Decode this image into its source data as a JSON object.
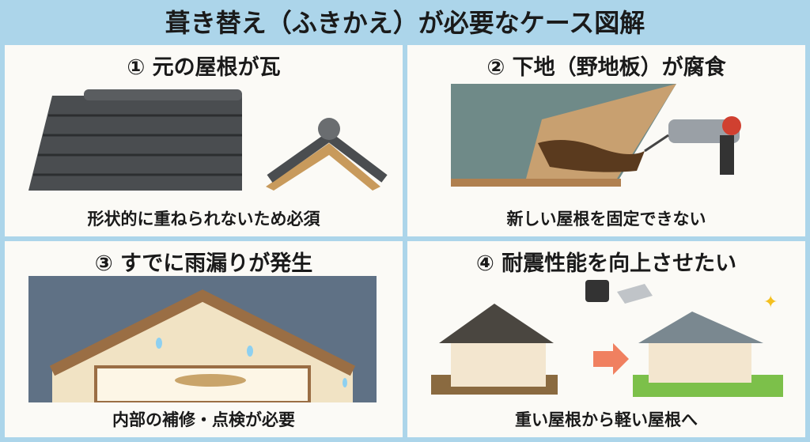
{
  "title": "葺き替え（ふきかえ）が必要なケース図解",
  "panels": [
    {
      "heading": "① 元の屋根が瓦",
      "caption": "形状的に重ねられないため必須"
    },
    {
      "heading": "② 下地（野地板）が腐食",
      "caption": "新しい屋根を固定できない"
    },
    {
      "heading": "③ すでに雨漏りが発生",
      "caption": "内部の補修・点検が必要"
    },
    {
      "heading": "④ 耐震性能を向上させたい",
      "caption": "重い屋根から軽い屋根へ"
    }
  ],
  "colors": {
    "background": "#acd5ea",
    "panel": "#fbfaf6",
    "tile": "#4a4d50",
    "wood": "#c89a5c",
    "rust": "#5a3a1e",
    "arrow": "#f08060"
  }
}
